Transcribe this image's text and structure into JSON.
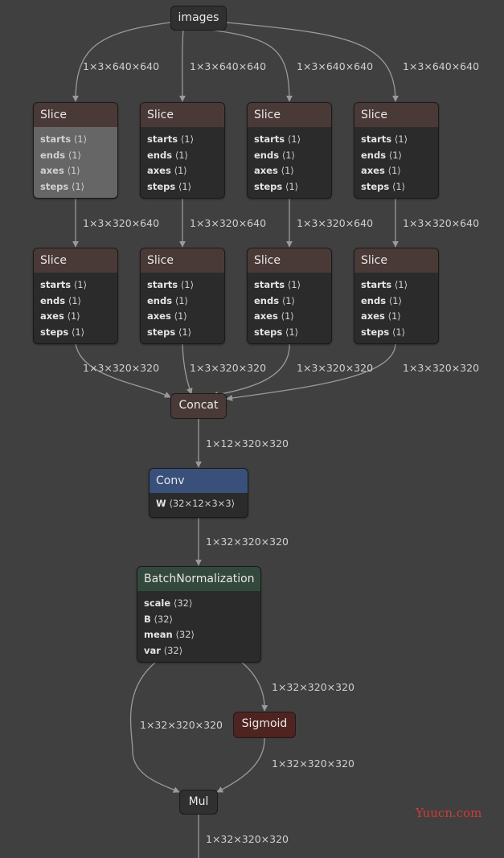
{
  "colors": {
    "background": "#404040",
    "edge": "#9a9a9a",
    "slice_header": "#4a3a37",
    "conv_header": "#39507a",
    "bn_header": "#34493e",
    "sigmoid": "#4f2420",
    "concat": "#4a3a37",
    "images": "#303030",
    "mul": "#303030",
    "watermark": "#d23a3a"
  },
  "graph": {
    "input": {
      "label": "images"
    },
    "slices_row1": [
      {
        "title": "Slice",
        "attrs": [
          {
            "k": "starts",
            "v": "⟨1⟩"
          },
          {
            "k": "ends",
            "v": "⟨1⟩"
          },
          {
            "k": "axes",
            "v": "⟨1⟩"
          },
          {
            "k": "steps",
            "v": "⟨1⟩"
          }
        ],
        "selected": true
      },
      {
        "title": "Slice",
        "attrs": [
          {
            "k": "starts",
            "v": "⟨1⟩"
          },
          {
            "k": "ends",
            "v": "⟨1⟩"
          },
          {
            "k": "axes",
            "v": "⟨1⟩"
          },
          {
            "k": "steps",
            "v": "⟨1⟩"
          }
        ]
      },
      {
        "title": "Slice",
        "attrs": [
          {
            "k": "starts",
            "v": "⟨1⟩"
          },
          {
            "k": "ends",
            "v": "⟨1⟩"
          },
          {
            "k": "axes",
            "v": "⟨1⟩"
          },
          {
            "k": "steps",
            "v": "⟨1⟩"
          }
        ]
      },
      {
        "title": "Slice",
        "attrs": [
          {
            "k": "starts",
            "v": "⟨1⟩"
          },
          {
            "k": "ends",
            "v": "⟨1⟩"
          },
          {
            "k": "axes",
            "v": "⟨1⟩"
          },
          {
            "k": "steps",
            "v": "⟨1⟩"
          }
        ]
      }
    ],
    "slices_row2": [
      {
        "title": "Slice",
        "attrs": [
          {
            "k": "starts",
            "v": "⟨1⟩"
          },
          {
            "k": "ends",
            "v": "⟨1⟩"
          },
          {
            "k": "axes",
            "v": "⟨1⟩"
          },
          {
            "k": "steps",
            "v": "⟨1⟩"
          }
        ]
      },
      {
        "title": "Slice",
        "attrs": [
          {
            "k": "starts",
            "v": "⟨1⟩"
          },
          {
            "k": "ends",
            "v": "⟨1⟩"
          },
          {
            "k": "axes",
            "v": "⟨1⟩"
          },
          {
            "k": "steps",
            "v": "⟨1⟩"
          }
        ]
      },
      {
        "title": "Slice",
        "attrs": [
          {
            "k": "starts",
            "v": "⟨1⟩"
          },
          {
            "k": "ends",
            "v": "⟨1⟩"
          },
          {
            "k": "axes",
            "v": "⟨1⟩"
          },
          {
            "k": "steps",
            "v": "⟨1⟩"
          }
        ]
      },
      {
        "title": "Slice",
        "attrs": [
          {
            "k": "starts",
            "v": "⟨1⟩"
          },
          {
            "k": "ends",
            "v": "⟨1⟩"
          },
          {
            "k": "axes",
            "v": "⟨1⟩"
          },
          {
            "k": "steps",
            "v": "⟨1⟩"
          }
        ]
      }
    ],
    "concat": {
      "label": "Concat"
    },
    "conv": {
      "title": "Conv",
      "attrs": [
        {
          "k": "W",
          "v": "⟨32×12×3×3⟩"
        }
      ]
    },
    "batchnorm": {
      "title": "BatchNormalization",
      "attrs": [
        {
          "k": "scale",
          "v": "⟨32⟩"
        },
        {
          "k": "B",
          "v": "⟨32⟩"
        },
        {
          "k": "mean",
          "v": "⟨32⟩"
        },
        {
          "k": "var",
          "v": "⟨32⟩"
        }
      ]
    },
    "sigmoid": {
      "label": "Sigmoid"
    },
    "mul": {
      "label": "Mul"
    },
    "edge_labels": {
      "images_to_slice": [
        "1×3×640×640",
        "1×3×640×640",
        "1×3×640×640",
        "1×3×640×640"
      ],
      "slice_to_slice": [
        "1×3×320×640",
        "1×3×320×640",
        "1×3×320×640",
        "1×3×320×640"
      ],
      "slice_to_concat": [
        "1×3×320×320",
        "1×3×320×320",
        "1×3×320×320",
        "1×3×320×320"
      ],
      "concat_to_conv": "1×12×320×320",
      "conv_to_bn": "1×32×320×320",
      "bn_to_sigmoid": "1×32×320×320",
      "bn_to_mul": "1×32×320×320",
      "sigmoid_to_mul": "1×32×320×320",
      "mul_out": "1×32×320×320"
    }
  },
  "watermark": "Yuucn.com"
}
